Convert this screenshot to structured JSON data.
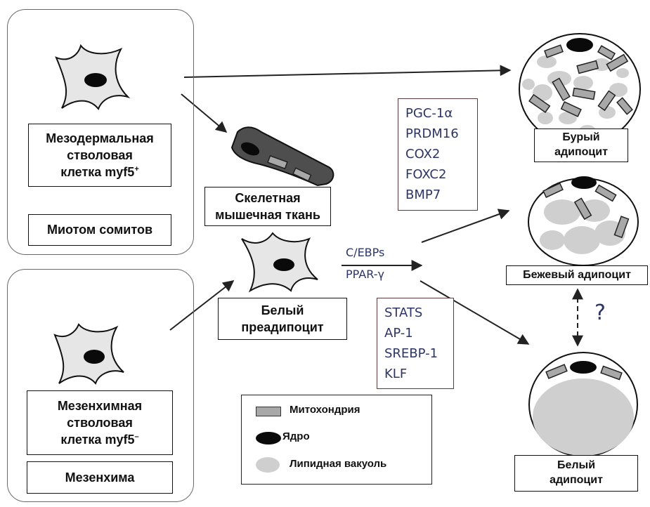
{
  "mesodermal_stem_cell": {
    "line1": "Мезодермальная",
    "line2": "стволовая",
    "line3": "клетка myf5",
    "sup": "+"
  },
  "somite_myotome": {
    "label": "Миотом сомитов"
  },
  "mesenchymal_stem_cell": {
    "line1": "Мезенхимная",
    "line2": "стволовая",
    "line3": "клетка myf5",
    "sup": "–"
  },
  "mesenchyme": {
    "label": "Мезенхима"
  },
  "skeletal_muscle": {
    "line1": "Скелетная",
    "line2": "мышечная ткань"
  },
  "white_preadipocyte": {
    "line1": "Белый",
    "line2": "преадипоцит"
  },
  "brown_factors": [
    "PGC-1α",
    "PRDM16",
    "COX2",
    "FOXC2",
    "BMP7"
  ],
  "center_factors": [
    "C/EBPs",
    "PPAR-γ"
  ],
  "white_factors": [
    "STATS",
    "AP-1",
    "SREBP-1",
    "KLF"
  ],
  "brown_adipocyte": {
    "line1": "Бурый",
    "line2": "адипоцит"
  },
  "beige_adipocyte": {
    "label": "Бежевый адипоцит"
  },
  "white_adipocyte": {
    "line1": "Белый",
    "line2": "адипоцит"
  },
  "question_mark": "?",
  "legend": {
    "mitochondria": "Митохондрия",
    "nucleus": "Ядро",
    "lipid_vacuole": "Липидная вакуоль"
  },
  "colors": {
    "cell_fill": "#e6e6e6",
    "nucleus": "#0a0a0a",
    "mitochondria": "#a8a8a8",
    "lipid": "#cfcfcf",
    "factor_text": "#2d3566",
    "muscle": "#555555"
  }
}
